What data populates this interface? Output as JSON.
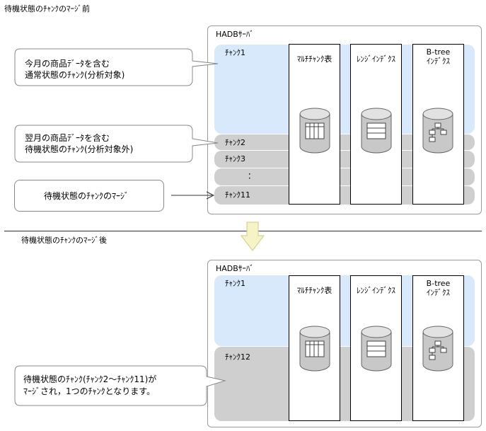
{
  "before": {
    "heading": "待機状態のﾁｬﾝｸのﾏｰｼﾞ前",
    "server_label": "HADBｻｰﾊﾞ",
    "chunks": [
      "ﾁｬﾝｸ1",
      "ﾁｬﾝｸ2",
      "ﾁｬﾝｸ3",
      "：",
      "ﾁｬﾝｸ11"
    ],
    "columns": [
      "ﾏﾙﾁﾁｬﾝｸ表",
      "ﾚﾝｼﾞｲﾝﾃﾞｸｽ",
      "B-tree\nｲﾝﾃﾞｸｽ"
    ],
    "callouts": [
      "今月の商品ﾃﾞｰﾀを含む\n通常状態のﾁｬﾝｸ(分析対象)",
      "翌月の商品ﾃﾞｰﾀを含む\n待機状態のﾁｬﾝｸ(分析対象外)",
      "待機状態のﾁｬﾝｸのﾏｰｼﾞ"
    ]
  },
  "after": {
    "heading": "待機状態のﾁｬﾝｸのﾏｰｼﾞ後",
    "server_label": "HADBｻｰﾊﾞ",
    "chunks": [
      "ﾁｬﾝｸ1",
      "ﾁｬﾝｸ12"
    ],
    "columns": [
      "ﾏﾙﾁﾁｬﾝｸ表",
      "ﾚﾝｼﾞｲﾝﾃﾞｸｽ",
      "B-tree\nｲﾝﾃﾞｸｽ"
    ],
    "callout": "待機状態のﾁｬﾝｸ(ﾁｬﾝｸ2～ﾁｬﾝｸ11)が\nﾏｰｼﾞされ，1つのﾁｬﾝｸとなります。"
  },
  "colors": {
    "chunk_normal": "#d7e9fb",
    "chunk_standby": "#cfcfcf",
    "arrow_fill": "#f6f3c6",
    "arrow_stroke": "#cdc98a"
  }
}
